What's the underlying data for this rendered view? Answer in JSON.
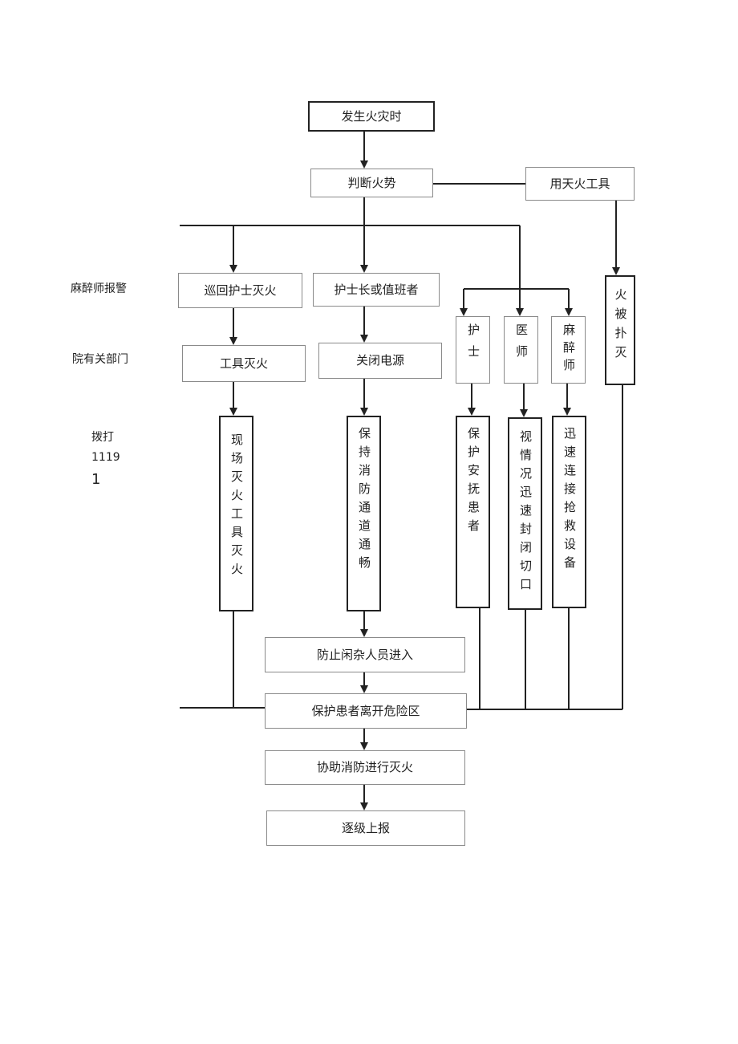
{
  "nodes": {
    "fire_occurs": "发生火灾时",
    "judge_fire": "判断火势",
    "use_extinguisher": "用天火工具",
    "patrol_nurse": "巡回护士灭火",
    "head_nurse": "护士长或值班者",
    "nurse": "护士",
    "doctor": "医师",
    "anesthetist": "麻醉师",
    "fire_out": "火被扑灭",
    "tool_extinguish": "工具灭火",
    "cut_power": "关闭电源",
    "onsite_tools": "现场灭火工具灭火",
    "keep_passage": "保持消防通道通畅",
    "protect_comfort": "保护安抚患者",
    "close_incision": "视情况迅速封闭切口",
    "connect_rescue": "迅速连接抢救设备",
    "prevent_entry": "防止闲杂人员进入",
    "protect_patient": "保护患者离开危险区",
    "assist_fire": "协助消防进行灭火",
    "report_up": "逐级上报"
  },
  "side_labels": {
    "anesthetist_alarm": "麻醉师报警",
    "hospital_dept": "院有关部门",
    "dial_line1": "拨打",
    "dial_line2": "1119",
    "dial_line3": "1"
  }
}
